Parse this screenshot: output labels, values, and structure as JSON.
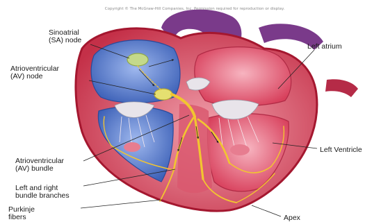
{
  "copyright": "Copyright © The McGraw-Hill Companies, Inc. Permission required for reproduction or display.",
  "labels": {
    "sa_node": [
      "Sinoatrial",
      "(SA) node"
    ],
    "av_node": [
      "Atrioventricular",
      "(AV) node"
    ],
    "av_bundle": [
      "Atrioventricular",
      "(AV) bundle"
    ],
    "bundle_branches": [
      "Left and right",
      "bundle branches"
    ],
    "purkinje": [
      "Purkinje",
      "fibers"
    ],
    "left_atrium": "Left atrium",
    "left_ventricle": "Left Ventricle",
    "apex": "Apex"
  },
  "colors": {
    "myocardium": "#c43048",
    "outer_wall": "#b21a35",
    "right_chamber": "#5f86d6",
    "left_chamber": "#e2607a",
    "valve": "#e8e4ea",
    "conduction": "#f2c530",
    "aorta": "#7a3a8a"
  }
}
